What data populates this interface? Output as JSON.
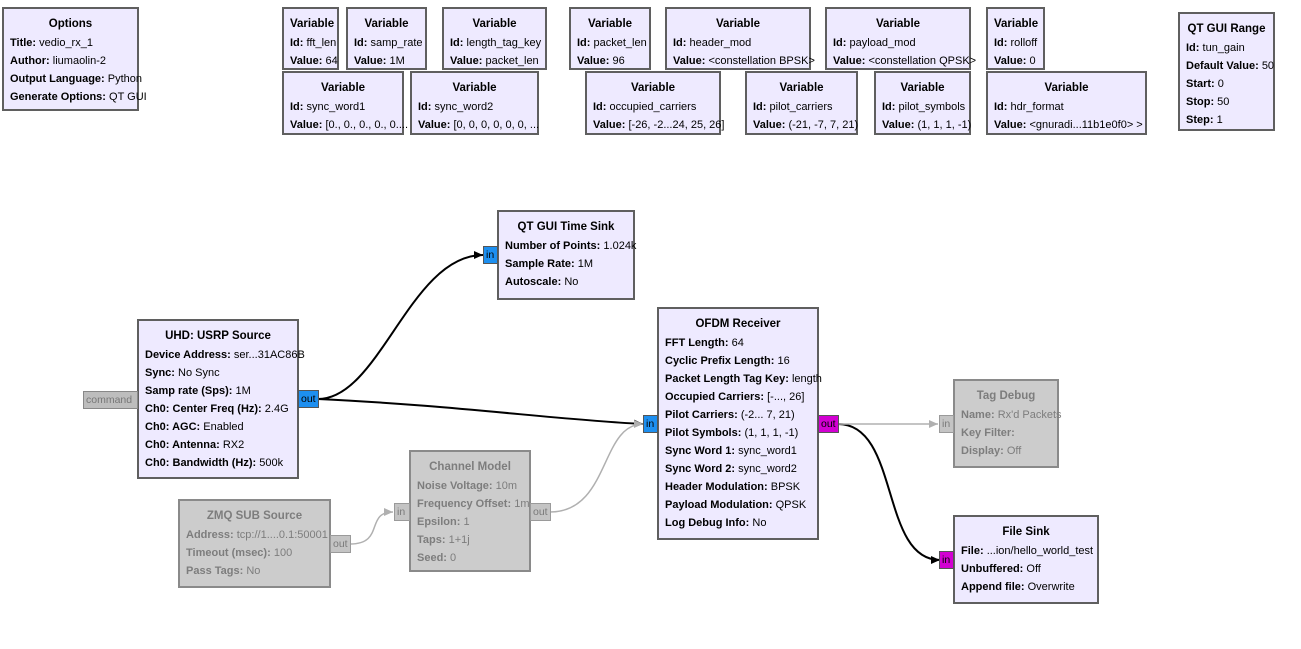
{
  "colors": {
    "block_bg": "#eeeaff",
    "block_border": "#5f5f5f",
    "disabled_bg": "#cccccc",
    "complex_port": "#1d8ff0",
    "byte_port": "#d200d2",
    "message_port": "#bdbdbd"
  },
  "blocks": {
    "options": {
      "title": "Options",
      "rows": [
        {
          "k": "Title:",
          "v": "vedio_rx_1"
        },
        {
          "k": "Author:",
          "v": "liumaolin-2"
        },
        {
          "k": "Output Language:",
          "v": "Python"
        },
        {
          "k": "Generate Options:",
          "v": "QT GUI"
        }
      ]
    },
    "var_fft_len": {
      "title": "Variable",
      "id_k": "Id:",
      "id": "fft_len",
      "val_k": "Value:",
      "value": "64"
    },
    "var_samp_rate": {
      "title": "Variable",
      "id_k": "Id:",
      "id": "samp_rate",
      "val_k": "Value:",
      "value": "1M"
    },
    "var_length_tag_key": {
      "title": "Variable",
      "id_k": "Id:",
      "id": "length_tag_key",
      "val_k": "Value:",
      "value": "packet_len"
    },
    "var_packet_len": {
      "title": "Variable",
      "id_k": "Id:",
      "id": "packet_len",
      "val_k": "Value:",
      "value": "96"
    },
    "var_header_mod": {
      "title": "Variable",
      "id_k": "Id:",
      "id": "header_mod",
      "val_k": "Value:",
      "value": "<constellation BPSK>"
    },
    "var_payload_mod": {
      "title": "Variable",
      "id_k": "Id:",
      "id": "payload_mod",
      "val_k": "Value:",
      "value": "<constellation QPSK>"
    },
    "var_rolloff": {
      "title": "Variable",
      "id_k": "Id:",
      "id": "rolloff",
      "val_k": "Value:",
      "value": "0"
    },
    "var_sync_word1": {
      "title": "Variable",
      "id_k": "Id:",
      "id": "sync_word1",
      "val_k": "Value:",
      "value": "[0., 0., 0., 0., 0...."
    },
    "var_sync_word2": {
      "title": "Variable",
      "id_k": "Id:",
      "id": "sync_word2",
      "val_k": "Value:",
      "value": "[0, 0, 0, 0, 0, 0, ..."
    },
    "var_occupied_carriers": {
      "title": "Variable",
      "id_k": "Id:",
      "id": "occupied_carriers",
      "val_k": "Value:",
      "value": "[-26, -2...24, 25, 26]"
    },
    "var_pilot_carriers": {
      "title": "Variable",
      "id_k": "Id:",
      "id": "pilot_carriers",
      "val_k": "Value:",
      "value": "(-21, -7, 7, 21)"
    },
    "var_pilot_symbols": {
      "title": "Variable",
      "id_k": "Id:",
      "id": "pilot_symbols",
      "val_k": "Value:",
      "value": "(1, 1, 1, -1)"
    },
    "var_hdr_format": {
      "title": "Variable",
      "id_k": "Id:",
      "id": "hdr_format",
      "val_k": "Value:",
      "value": "<gnuradi...11b1e0f0> >"
    },
    "qt_gui_range": {
      "title": "QT GUI Range",
      "rows": [
        {
          "k": "Id:",
          "v": "tun_gain"
        },
        {
          "k": "Default Value:",
          "v": "50"
        },
        {
          "k": "Start:",
          "v": "0"
        },
        {
          "k": "Stop:",
          "v": "50"
        },
        {
          "k": "Step:",
          "v": "1"
        }
      ]
    },
    "qt_gui_time_sink": {
      "title": "QT GUI Time Sink",
      "rows": [
        {
          "k": "Number of Points:",
          "v": "1.024k"
        },
        {
          "k": "Sample Rate:",
          "v": "1M"
        },
        {
          "k": "Autoscale:",
          "v": "No"
        }
      ],
      "in_port": "in"
    },
    "usrp_source": {
      "title": "UHD: USRP Source",
      "rows": [
        {
          "k": "Device Address:",
          "v": "ser...31AC86B"
        },
        {
          "k": "Sync:",
          "v": "No Sync"
        },
        {
          "k": "Samp rate (Sps):",
          "v": "1M"
        },
        {
          "k": "Ch0: Center Freq (Hz):",
          "v": "2.4G"
        },
        {
          "k": "Ch0: AGC:",
          "v": "Enabled"
        },
        {
          "k": "Ch0: Antenna:",
          "v": "RX2"
        },
        {
          "k": "Ch0: Bandwidth (Hz):",
          "v": "500k"
        }
      ],
      "cmd_port": "command",
      "out_port": "out"
    },
    "ofdm_receiver": {
      "title": "OFDM Receiver",
      "rows": [
        {
          "k": "FFT Length:",
          "v": "64"
        },
        {
          "k": "Cyclic Prefix Length:",
          "v": "16"
        },
        {
          "k": "Packet Length Tag Key:",
          "v": "length"
        },
        {
          "k": "Occupied Carriers:",
          "v": "[-..., 26]"
        },
        {
          "k": "Pilot Carriers:",
          "v": "(-2... 7, 21)"
        },
        {
          "k": "Pilot Symbols:",
          "v": "(1, 1, 1, -1)"
        },
        {
          "k": "Sync Word 1:",
          "v": "sync_word1"
        },
        {
          "k": "Sync Word 2:",
          "v": "sync_word2"
        },
        {
          "k": "Header Modulation:",
          "v": "BPSK"
        },
        {
          "k": "Payload Modulation:",
          "v": "QPSK"
        },
        {
          "k": "Log Debug Info:",
          "v": "No"
        }
      ],
      "in_port": "in",
      "out_port": "out"
    },
    "channel_model": {
      "title": "Channel Model",
      "rows": [
        {
          "k": "Noise Voltage:",
          "v": "10m"
        },
        {
          "k": "Frequency Offset:",
          "v": "1m"
        },
        {
          "k": "Epsilon:",
          "v": "1"
        },
        {
          "k": "Taps:",
          "v": "1+1j"
        },
        {
          "k": "Seed:",
          "v": "0"
        }
      ],
      "in_port": "in",
      "out_port": "out"
    },
    "zmq_sub_source": {
      "title": "ZMQ SUB Source",
      "rows": [
        {
          "k": "Address:",
          "v": "tcp://1....0.1:50001"
        },
        {
          "k": "Timeout (msec):",
          "v": "100"
        },
        {
          "k": "Pass Tags:",
          "v": "No"
        }
      ],
      "out_port": "out"
    },
    "tag_debug": {
      "title": "Tag Debug",
      "rows": [
        {
          "k": "Name:",
          "v": "Rx'd Packets"
        },
        {
          "k": "Key Filter:",
          "v": ""
        },
        {
          "k": "Display:",
          "v": "Off"
        }
      ],
      "in_port": "in"
    },
    "file_sink": {
      "title": "File Sink",
      "rows": [
        {
          "k": "File:",
          "v": "...ion/hello_world_test"
        },
        {
          "k": "Unbuffered:",
          "v": "Off"
        },
        {
          "k": "Append file:",
          "v": "Overwrite"
        }
      ],
      "in_port": "in"
    }
  }
}
